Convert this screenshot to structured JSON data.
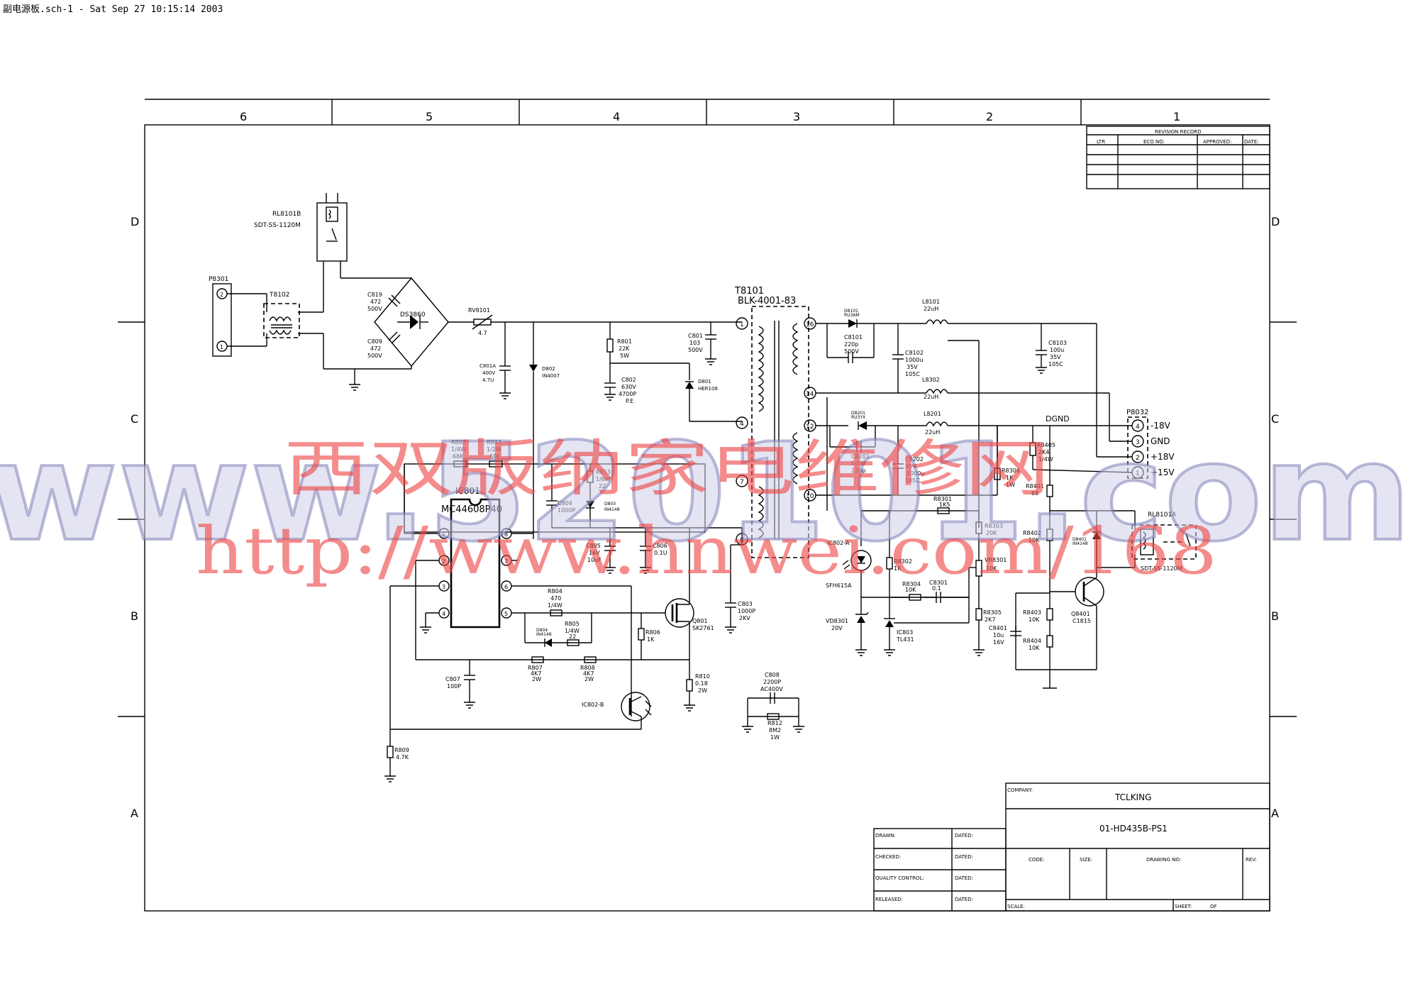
{
  "header_text": "副电源板.sch-1 - Sat Sep 27 10:15:14 2003",
  "zones_top": [
    "6",
    "5",
    "4",
    "3",
    "2",
    "1"
  ],
  "zones_side": [
    "D",
    "C",
    "B",
    "A"
  ],
  "revision": {
    "title": "REVISION RECORD",
    "cols": [
      "LTR",
      "ECO NO:",
      "APPROVED:",
      "DATE:"
    ]
  },
  "title_block": {
    "company_label": "COMPANY:",
    "company": "TCLKING",
    "drawing": "01-HD435B-PS1",
    "code": "CODE:",
    "size": "SIZE:",
    "drawing_no": "DRAWING NO:",
    "rev": "REV:",
    "scale": "SCALE:",
    "sheet": "SHEET:",
    "of": "OF",
    "drawn": "DRAWN:",
    "checked": "CHECKED:",
    "qc": "QUALITY CONTROL:",
    "released": "RELEASED:",
    "dated": "DATED:"
  },
  "components": {
    "rl8101b": "RL8101B",
    "rl_model": "SDT-SS-1120M",
    "p8301": "P8301",
    "t8102": "T8102",
    "c819": [
      "C819",
      "472",
      "500V"
    ],
    "c809": [
      "C809",
      "472",
      "500V"
    ],
    "ds3860": "DS3860",
    "rv8101": [
      "RV8101",
      "4.7"
    ],
    "c801a": [
      "C801A",
      "400V",
      "4.7U"
    ],
    "d802": [
      "D802",
      "IN4007"
    ],
    "r801": [
      "R801",
      "22K",
      "5W"
    ],
    "c802": [
      "C802",
      "630V",
      "4700P",
      "P.E"
    ],
    "d801": [
      "D801",
      "HER108"
    ],
    "c801": [
      "C801",
      "103",
      "500V"
    ],
    "t8101": [
      "T8101",
      "BLK-4001-83"
    ],
    "d8101": [
      "D8101",
      "RU3AM"
    ],
    "c8101": [
      "C8101",
      "220p",
      "500V"
    ],
    "l8101": [
      "L8101",
      "22uH"
    ],
    "c8102": [
      "C8102",
      "1000u",
      "35V",
      "105C"
    ],
    "c8103": [
      "C8103",
      "100u",
      "35V",
      "105C"
    ],
    "l8302": [
      "L8302",
      "22uH"
    ],
    "d8201": [
      "D8201",
      "RU3YX"
    ],
    "l8201": [
      "L8201",
      "22uH"
    ],
    "c8201": [
      "C8201",
      "500V",
      "220p"
    ],
    "c8202": [
      "C8202",
      "35V",
      "1000u",
      "105C"
    ],
    "r8405": [
      "R8405",
      "2K4",
      "1/4W"
    ],
    "r8306": [
      "R8306",
      "1K",
      "1W"
    ],
    "r8301": [
      "R8301",
      "1K5"
    ],
    "r8303": [
      "R8303",
      "20K"
    ],
    "vr8301": [
      "VR8301",
      "10K"
    ],
    "r8302": [
      "R8302",
      "1K"
    ],
    "r8304": [
      "R8304",
      "10K"
    ],
    "c8301": [
      "C8301",
      "0.1"
    ],
    "r8305": [
      "R8305",
      "2K7"
    ],
    "c8401": [
      "C8401",
      "10u",
      "16V"
    ],
    "r8401": [
      "R8401",
      "68"
    ],
    "r8402": [
      "R8402",
      "10K"
    ],
    "r8403": [
      "R8403",
      "10K"
    ],
    "r8404": [
      "R8404",
      "10K"
    ],
    "d8401": [
      "D8401",
      "IN4148"
    ],
    "q8401": [
      "Q8401",
      "C1815"
    ],
    "rl8101a": [
      "RL8101A",
      "SDT-SS-1120M"
    ],
    "p8032": "P8032",
    "outputs": [
      "-18V",
      "GND",
      "+18V",
      "+15V"
    ],
    "dgnd": "DGND",
    "r802": [
      "R802",
      "1/4W",
      "68K"
    ],
    "r803": [
      "R803",
      "1/2W",
      "68K"
    ],
    "r813": [
      "R813",
      "1/6W",
      "22"
    ],
    "ic801": [
      "IC801",
      "MC44608P40"
    ],
    "c804": [
      "C804",
      "1000P"
    ],
    "d803": [
      "D803",
      "IN4148"
    ],
    "c805": [
      "C805",
      "16V",
      "10uF"
    ],
    "c806": [
      "C806",
      "0.1U"
    ],
    "r804": [
      "R804",
      "470",
      "1/4W"
    ],
    "d804": [
      "D804",
      "IN4148"
    ],
    "r805": [
      "R805",
      "1/4W",
      "22"
    ],
    "q801": [
      "Q801",
      "SK2761"
    ],
    "r806": [
      "R806",
      "1K"
    ],
    "c803": [
      "C803",
      "1000P",
      "2KV"
    ],
    "r807": [
      "R807",
      "4K7",
      "2W"
    ],
    "r808": [
      "R808",
      "4K7",
      "2W"
    ],
    "c807": [
      "C807",
      "100P"
    ],
    "r810": [
      "R810",
      "0.18",
      "2W"
    ],
    "ic802b": "IC802-B",
    "ic802a": "IC802-A",
    "sfh": "SFH615A",
    "vd8301": [
      "VD8301",
      "20V"
    ],
    "ic803": [
      "IC803",
      "TL431"
    ],
    "c808": [
      "C808",
      "2200P",
      "AC400V"
    ],
    "r812": [
      "R812",
      "8M2",
      "1W"
    ],
    "r809": [
      "R809",
      "4.7K"
    ]
  },
  "watermark": {
    "cn": "西双版纳家电维修网",
    "url": "http://www.hnwei.com/168",
    "big": "www.520101.com"
  }
}
